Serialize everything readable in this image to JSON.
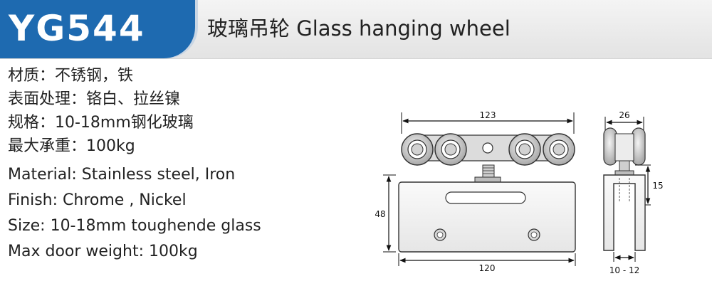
{
  "header": {
    "model_code": "YG544",
    "title": "玻璃吊轮 Glass hanging wheel"
  },
  "specs_cn": [
    "材质：不锈钢，铁",
    "表面处理：铬白、拉丝镍",
    "规格：10-18mm钢化玻璃",
    "最大承重：100kg"
  ],
  "specs_en": [
    "Material: Stainless steel, Iron",
    "Finish: Chrome , Nickel",
    "Size: 10-18mm toughende glass",
    "Max door weight: 100kg"
  ],
  "drawing": {
    "dim_top_width": "123",
    "dim_bottom_width": "120",
    "dim_height": "48",
    "dim_side_width": "26",
    "dim_side_height": "15",
    "dim_glass_range": "10 - 12"
  },
  "colors": {
    "brand_blue": "#1e6ab0",
    "header_gray": "#e3e3e3",
    "text": "#222222"
  }
}
